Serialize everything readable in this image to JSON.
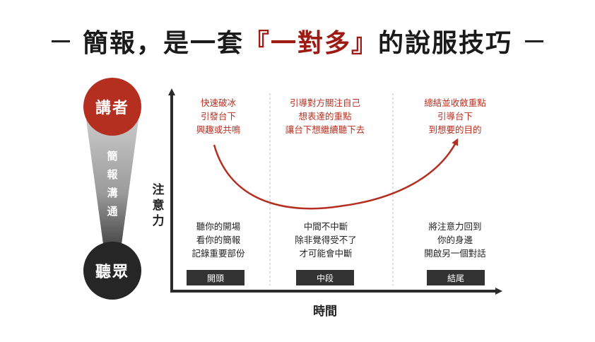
{
  "title": {
    "prefix": "簡報，是一套",
    "highlight": "『一對多』",
    "suffix": "的說服技巧"
  },
  "funnel": {
    "top_label": "講者",
    "middle_label": "簡報溝通",
    "bottom_label": "聽眾"
  },
  "axes": {
    "y_label": "注意力",
    "x_label": "時間"
  },
  "phases": [
    {
      "name": "開頭",
      "speaker_goal": [
        "快速破冰",
        "引發台下",
        "興趣或共鳴"
      ],
      "audience_state": [
        "聽你的開場",
        "看你的簡報",
        "記錄重要部份"
      ]
    },
    {
      "name": "中段",
      "speaker_goal": [
        "引導對方關注自己",
        "想表達的重點",
        "讓台下想繼續聽下去"
      ],
      "audience_state": [
        "中間不中斷",
        "除非覺得受不了",
        "才可能會中斷"
      ]
    },
    {
      "name": "結尾",
      "speaker_goal": [
        "總結並收斂重點",
        "引導台下",
        "到想要的目的"
      ],
      "audience_state": [
        "將注意力回到",
        "你的身邊",
        "開啟另一個對話"
      ]
    }
  ],
  "colors": {
    "accent": "#b52f20",
    "dark": "#262626",
    "text": "#222222"
  }
}
